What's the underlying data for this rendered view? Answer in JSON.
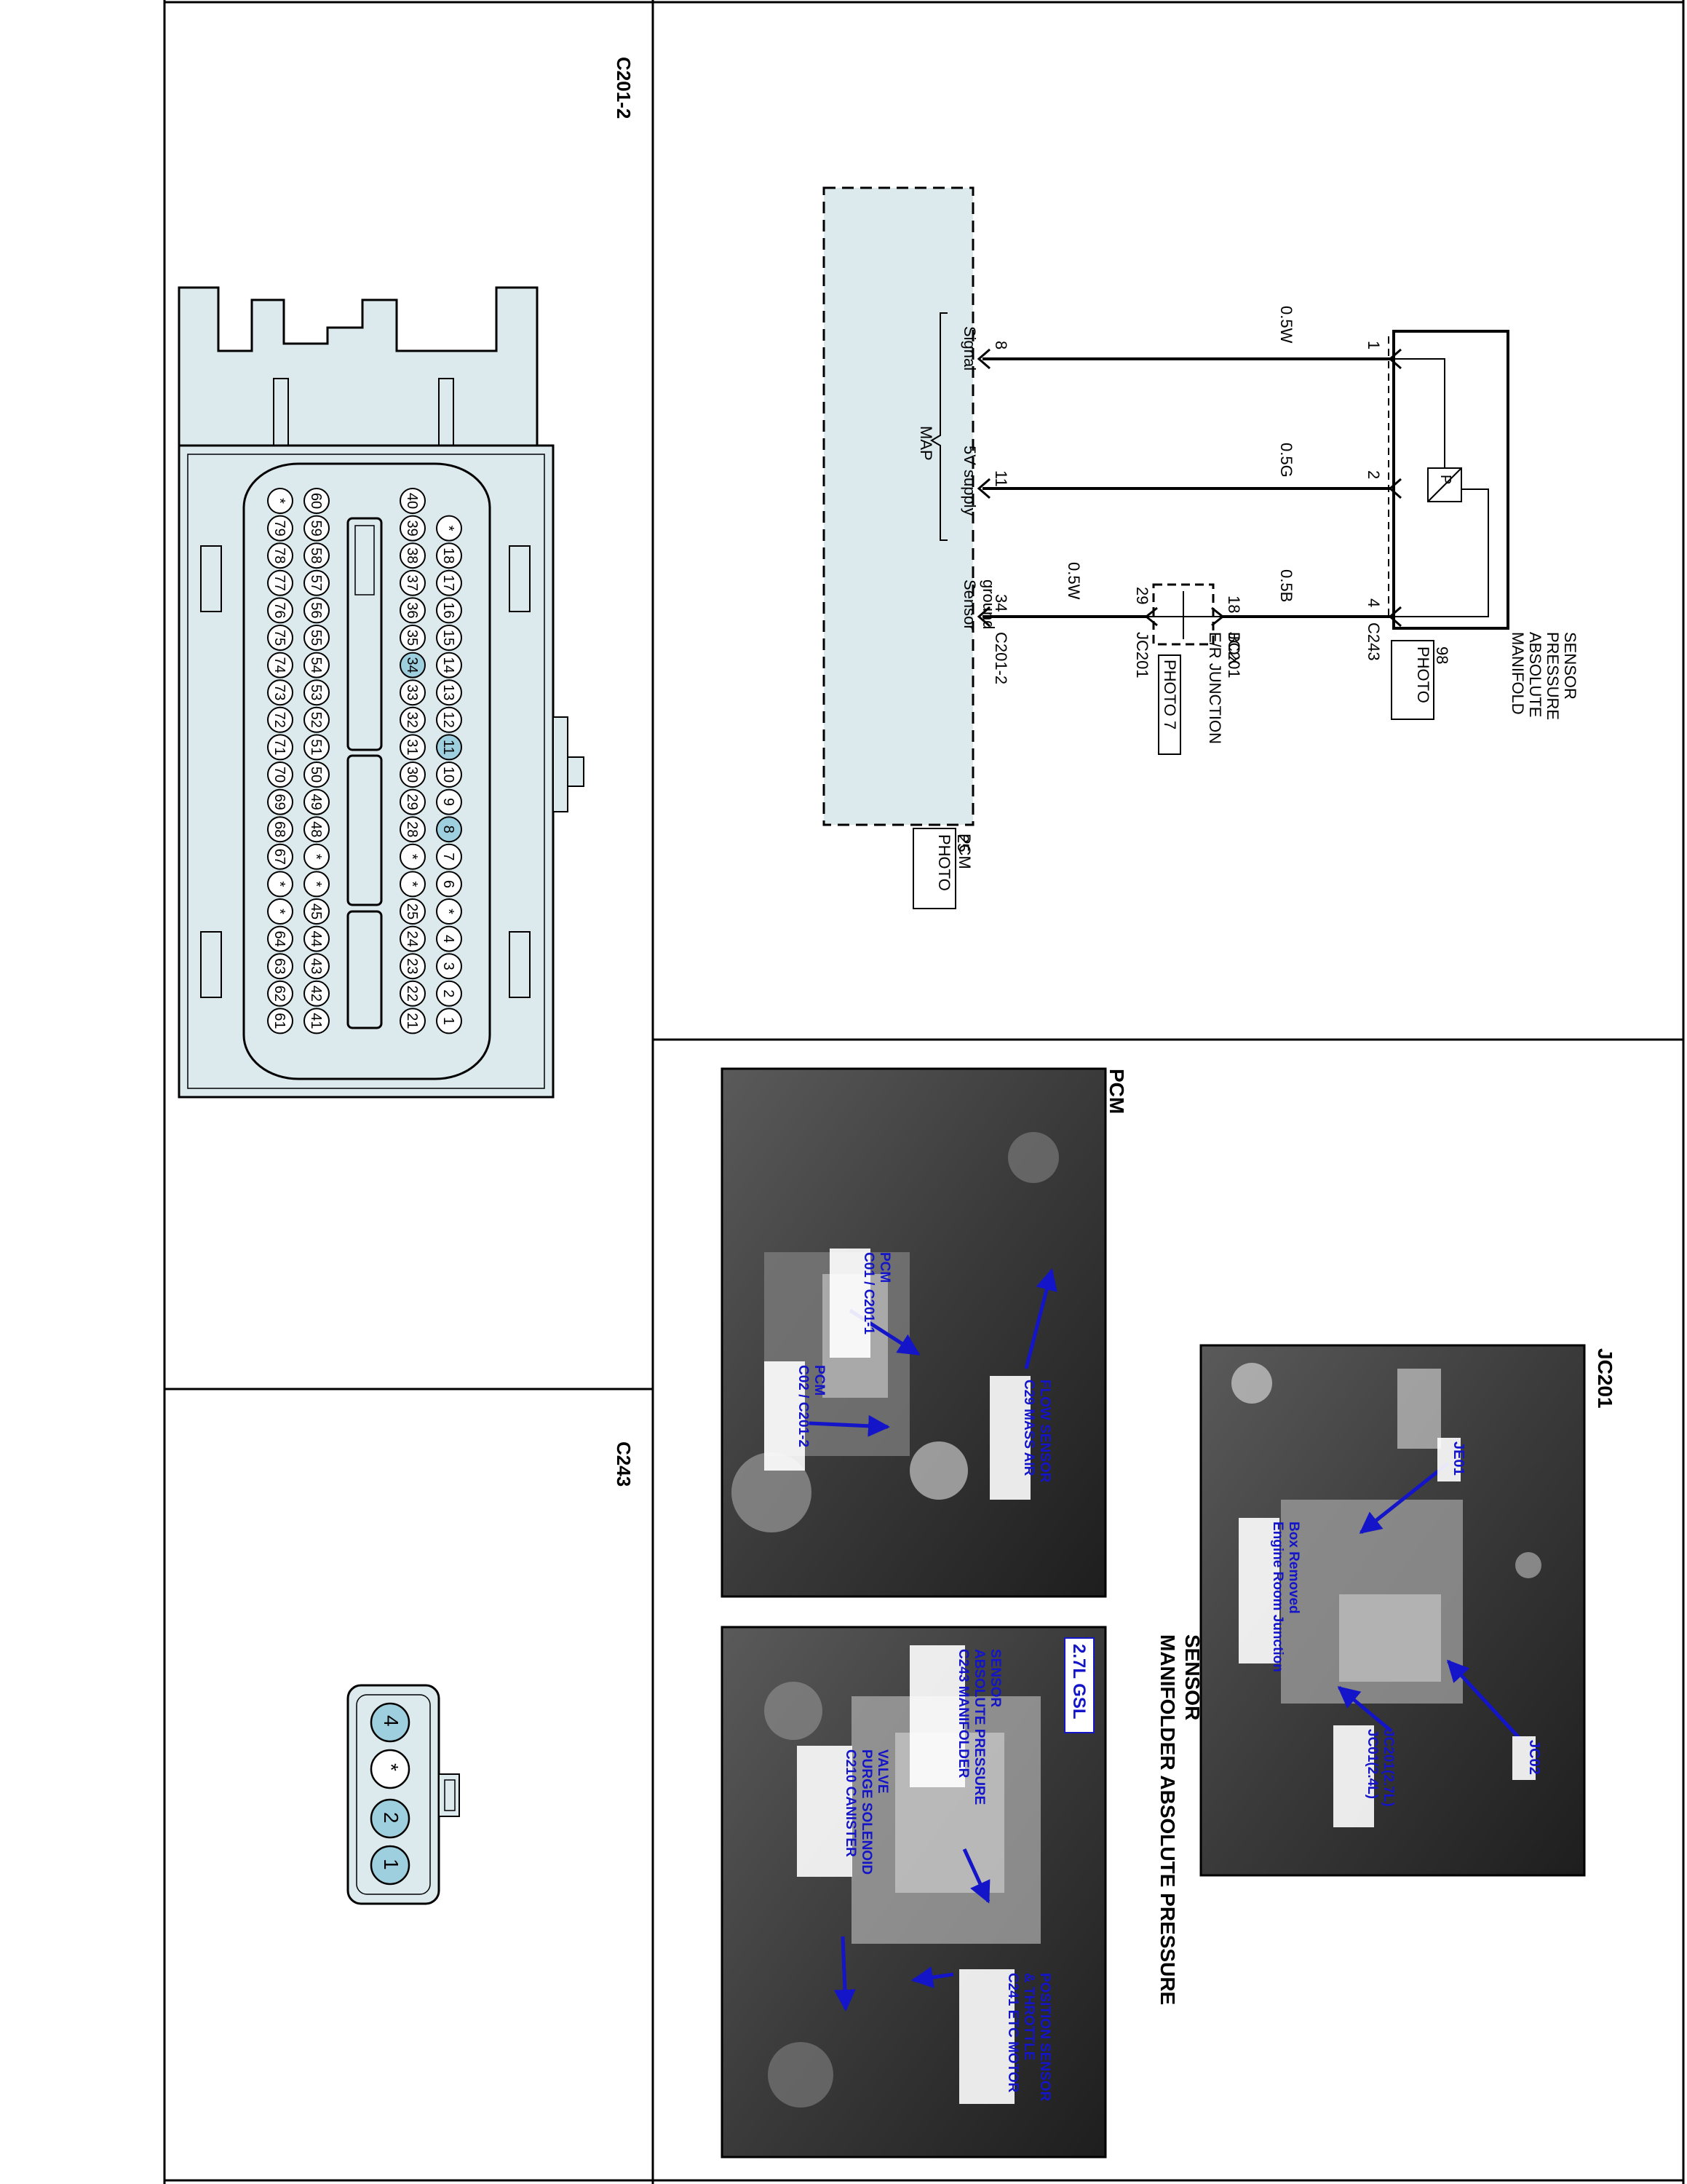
{
  "connectors": {
    "c201_2": {
      "title": "C201-2",
      "highlight_pins": [
        "8",
        "11",
        "34"
      ]
    },
    "c243": {
      "title": "C243",
      "pins": [
        "1",
        "2",
        "*",
        "4"
      ]
    }
  },
  "schematic": {
    "sensor": {
      "name_lines": [
        "MANIFOLD",
        "ABSOLUTE",
        "PRESSURE",
        "SENSOR"
      ],
      "photo_lines": [
        "PHOTO",
        "98"
      ],
      "connector": "C243",
      "p_symbol": "P",
      "pins": [
        "1",
        "2",
        "4"
      ]
    },
    "wires": [
      {
        "color": "0.5W",
        "from_pin": "1",
        "to_pin": "8"
      },
      {
        "color": "0.5G",
        "from_pin": "2",
        "to_pin": "11"
      },
      {
        "color": "0.5B",
        "from_pin": "4",
        "to_pin": "18"
      },
      {
        "color": "0.5W",
        "from_pin": "29",
        "to_pin": "34"
      }
    ],
    "junction": {
      "pin_in": "18",
      "pin_out": "29",
      "name_in": "JC201",
      "name_out": "JC201",
      "name_lines": [
        "E/R JUNCTION",
        "BOX"
      ],
      "photo": "PHOTO 7"
    },
    "pcm": {
      "name": "PCM",
      "photo_lines": [
        "PHOTO",
        "25"
      ],
      "connector": "C201-2",
      "pins": [
        "8",
        "11",
        "34"
      ],
      "signals": [
        "Signal",
        "5V supply"
      ],
      "ground_lines": [
        "Sensor",
        "ground"
      ],
      "group": "MAP"
    }
  },
  "photos": {
    "jc201": {
      "title": "JC201",
      "callouts": [
        {
          "lines": [
            "JE01"
          ]
        },
        {
          "lines": [
            "Engine Room Junction",
            "Box Removed"
          ]
        },
        {
          "lines": [
            "JC02"
          ]
        },
        {
          "lines": [
            "JC01(2.4L)",
            "JC201(2.7L)"
          ]
        }
      ]
    },
    "pcm": {
      "title": "PCM",
      "callouts": [
        {
          "lines": [
            "C29 MASS AIR",
            "FLOW SENSOR"
          ]
        },
        {
          "lines": [
            "C01 / C201-1",
            "PCM"
          ]
        },
        {
          "lines": [
            "C02 / C201-2",
            "PCM"
          ]
        }
      ]
    },
    "map": {
      "title_lines": [
        "MANIFOLDER ABSOLUTE PRESSURE",
        "SENSOR"
      ],
      "badge": "2.7L GSL",
      "callouts": [
        {
          "lines": [
            "C243 MANIFOLDER",
            "ABSOLUTE PRESSURE",
            "SENSOR"
          ]
        },
        {
          "lines": [
            "C210 CANISTER",
            "PURGE SOLENOID",
            "VALVE"
          ]
        },
        {
          "lines": [
            "C241 ETC MOTOR",
            "& THROTTLE",
            "POSITION SENSOR"
          ]
        }
      ]
    }
  },
  "colors": {
    "connector_fill": "#dceaee",
    "pin_highlight": "#9ecfdf",
    "callout_text": "#1414c8",
    "wire": "#000000"
  }
}
